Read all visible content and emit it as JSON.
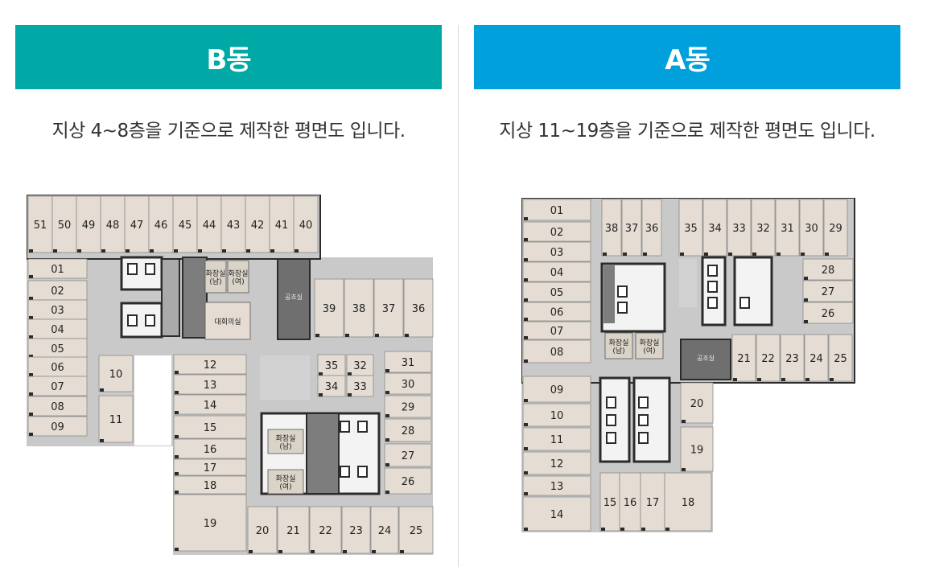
{
  "building_b": {
    "banner": "B동",
    "banner_color": "#00a9a5",
    "subtitle": "지상 4~8층을 기준으로 제작한 평면도 입니다.",
    "labels": {
      "restroom_men": "화장실(남)",
      "restroom_women": "화장실(여)",
      "conference": "대회의실",
      "common": "공조실"
    },
    "rooms_top": [
      "51",
      "50",
      "49",
      "48",
      "47",
      "46",
      "45",
      "44",
      "43",
      "42",
      "41",
      "40"
    ],
    "rooms_left_upper": [
      "01",
      "02",
      "03",
      "04",
      "05",
      "06",
      "07",
      "08",
      "09"
    ],
    "rooms_inner_left": [
      "10",
      "11"
    ],
    "rooms_mid": [
      "12",
      "13",
      "14",
      "15",
      "16",
      "17",
      "18",
      "19"
    ],
    "rooms_right_upper": [
      "39",
      "38",
      "37",
      "36"
    ],
    "rooms_center": [
      "35",
      "32",
      "34",
      "33"
    ],
    "rooms_right": [
      "31",
      "30",
      "29",
      "28",
      "27",
      "26"
    ],
    "rooms_bottom": [
      "20",
      "21",
      "22",
      "23",
      "24",
      "25"
    ]
  },
  "building_a": {
    "banner": "A동",
    "banner_color": "#00a0dc",
    "subtitle": "지상 11~19층을 기준으로 제작한 평면도 입니다.",
    "labels": {
      "restroom_men": "화장실(남)",
      "restroom_women": "화장실(여)",
      "common": "공조실"
    },
    "rooms_left": [
      "01",
      "02",
      "03",
      "04",
      "05",
      "06",
      "07",
      "08",
      "09",
      "10",
      "11",
      "12",
      "13",
      "14"
    ],
    "rooms_top_left": [
      "38",
      "37",
      "36"
    ],
    "rooms_top_right": [
      "35",
      "34",
      "33",
      "32",
      "31",
      "30",
      "29"
    ],
    "rooms_right": [
      "28",
      "27",
      "26"
    ],
    "rooms_row": [
      "21",
      "22",
      "23",
      "24",
      "25"
    ],
    "rooms_mid": [
      "20",
      "19"
    ],
    "rooms_bottom": [
      "15",
      "16",
      "17",
      "18"
    ]
  }
}
